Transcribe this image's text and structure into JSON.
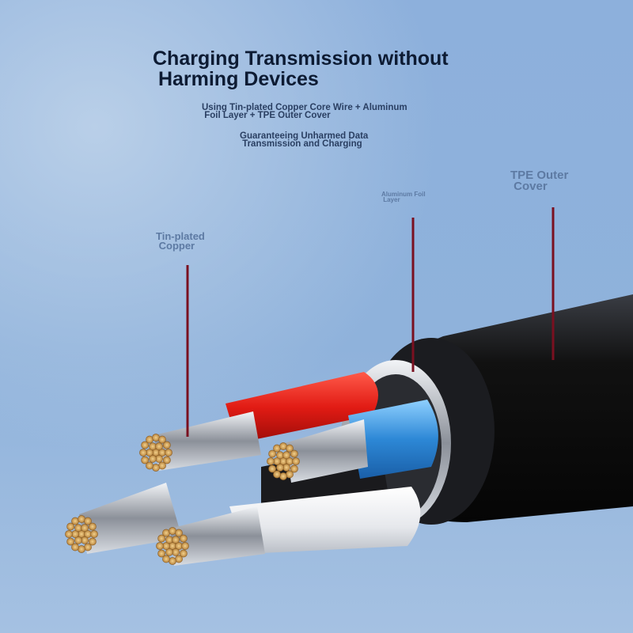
{
  "headline": {
    "line1": "Charging Transmission without",
    "line2": " Harming Devices"
  },
  "subtitle1": {
    "line1": "Using Tin-plated Copper Core Wire + Aluminum",
    "line2": " Foil Layer + TPE Outer Cover"
  },
  "subtitle2": {
    "line1": "Guaranteeing Unharmed Data",
    "line2": " Transmission and Charging"
  },
  "labels": {
    "copper": {
      "line1": "Tin-plated",
      "line2": " Copper"
    },
    "foil": {
      "line1": "Aluminum Foil",
      "line2": " Layer"
    },
    "tpe": {
      "line1": "TPE Outer",
      "line2": " Cover"
    }
  },
  "colors": {
    "leader": "#7a1020",
    "jacket": "#0b0b0d",
    "red_wire": "#e8231c",
    "blue_wire": "#2f8fd8",
    "copper": "#d9a85a"
  }
}
